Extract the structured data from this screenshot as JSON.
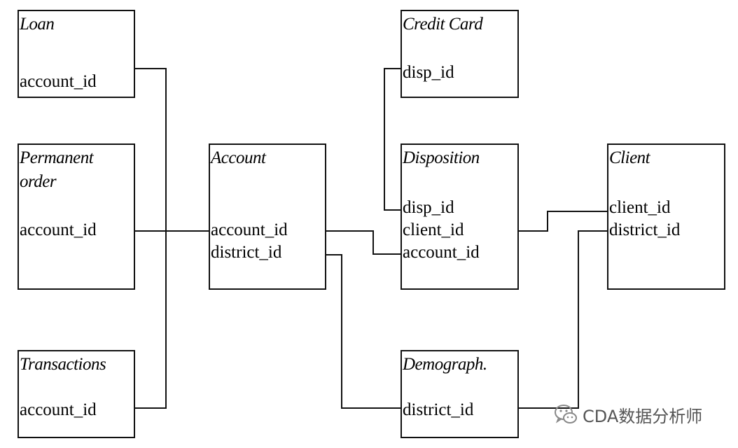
{
  "entities": {
    "loan": {
      "title": "Loan",
      "fields": [
        "account_id"
      ]
    },
    "permanent_order": {
      "title_line1": "Permanent",
      "title_line2": "order",
      "fields": [
        "account_id"
      ]
    },
    "transactions": {
      "title": "Transactions",
      "fields": [
        "account_id"
      ]
    },
    "account": {
      "title": "Account",
      "fields": [
        "account_id",
        "district_id"
      ]
    },
    "credit_card": {
      "title": "Credit Card",
      "fields": [
        "disp_id"
      ]
    },
    "disposition": {
      "title": "Disposition",
      "fields": [
        "disp_id",
        "client_id",
        "account_id"
      ]
    },
    "client": {
      "title": "Client",
      "fields": [
        "client_id",
        "district_id"
      ]
    },
    "demograph": {
      "title": "Demograph.",
      "fields": [
        "district_id"
      ]
    }
  },
  "watermark": {
    "text": "CDA数据分析师",
    "icon": "wechat-icon"
  }
}
